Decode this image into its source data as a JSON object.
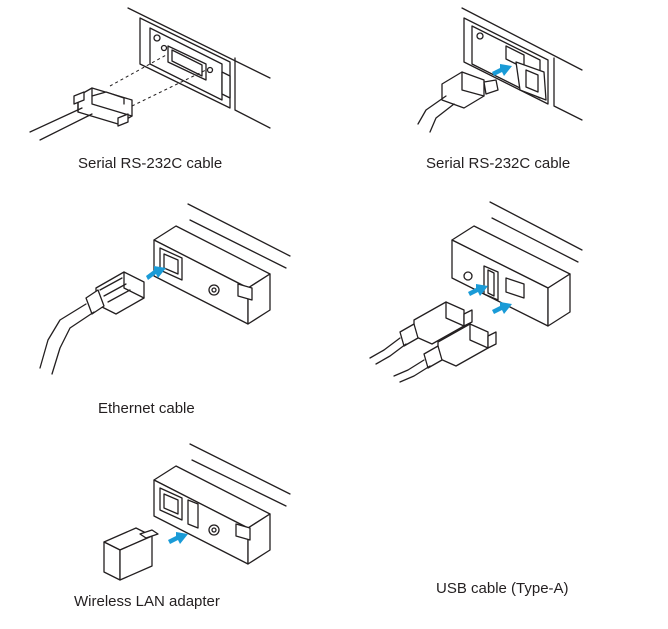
{
  "captions": {
    "serial_left": "Serial RS-232C cable",
    "serial_right": "Serial RS-232C cable",
    "ethernet": "Ethernet cable",
    "usb": "USB cable (Type-A)",
    "wlan": "Wireless LAN adapter"
  },
  "colors": {
    "arrow": "#1a9bd7",
    "line": "#231f20",
    "background": "#ffffff"
  },
  "icons": {
    "arrow": "blue-arrow-icon"
  }
}
